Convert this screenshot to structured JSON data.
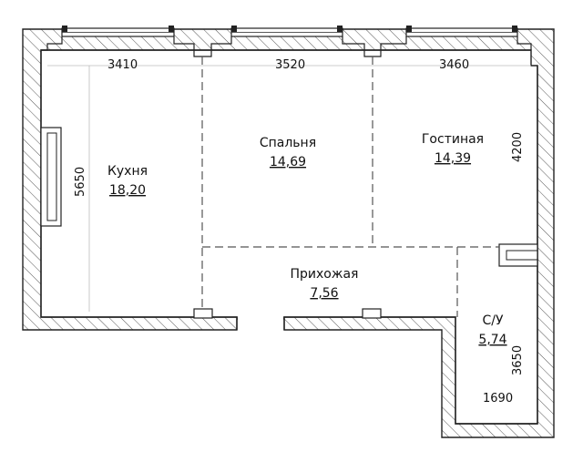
{
  "rooms": {
    "kitchen": {
      "name": "Кухня",
      "area": "18,20"
    },
    "bedroom": {
      "name": "Спальня",
      "area": "14,69"
    },
    "living": {
      "name": "Гостиная",
      "area": "14,39"
    },
    "hallway": {
      "name": "Прихожая",
      "area": "7,56"
    },
    "bathroom": {
      "name": "С/У",
      "area": "5,74"
    }
  },
  "dimensions": {
    "top_left": "3410",
    "top_mid": "3520",
    "top_right": "3460",
    "kitchen_depth": "5650",
    "living_depth": "4200",
    "bath_depth": "3650",
    "bath_width": "1690"
  },
  "colors": {
    "line": "#222222",
    "wall_fill": "#ffffff",
    "hatch": "#444444"
  }
}
